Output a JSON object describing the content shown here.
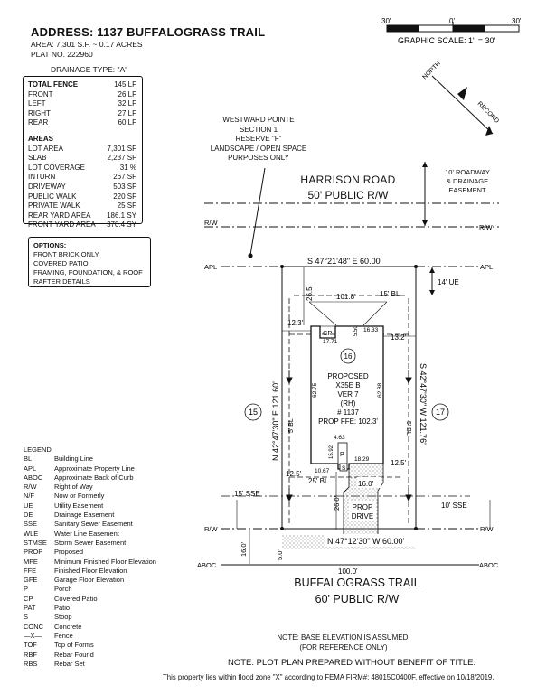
{
  "header": {
    "address": "ADDRESS:  1137 BUFFALOGRASS TRAIL",
    "area": "AREA: 7,301 S.F. ~ 0.17 ACRES",
    "plat": "PLAT NO. 222960",
    "drainage": "DRAINAGE TYPE: \"A\""
  },
  "scale": {
    "ticks": [
      "30'",
      "0'",
      "30'"
    ],
    "label": "GRAPHIC SCALE:  1\" = 30'"
  },
  "north": {
    "label": "NORTH",
    "record": "RECORD"
  },
  "summary": {
    "fence_title": "TOTAL FENCE",
    "fence_total": "145 LF",
    "fence": [
      {
        "k": "FRONT",
        "v": "26 LF"
      },
      {
        "k": "LEFT",
        "v": "32 LF"
      },
      {
        "k": "RIGHT",
        "v": "27 LF"
      },
      {
        "k": "REAR",
        "v": "60 LF"
      }
    ],
    "areas_title": "AREAS",
    "areas": [
      {
        "k": "LOT AREA",
        "v": "7,301 SF"
      },
      {
        "k": "SLAB",
        "v": "2,237 SF"
      },
      {
        "k": "LOT COVERAGE",
        "v": "31 %"
      },
      {
        "k": "INTURN",
        "v": "267 SF"
      },
      {
        "k": "DRIVEWAY",
        "v": "503 SF"
      },
      {
        "k": "PUBLIC WALK",
        "v": "220 SF"
      },
      {
        "k": "PRIVATE WALK",
        "v": "25 SF"
      },
      {
        "k": "REAR YARD AREA",
        "v": "186.1 SY"
      },
      {
        "k": "FRONT YARD AREA",
        "v": "370.4 SY"
      }
    ]
  },
  "options": {
    "title": "OPTIONS:",
    "lines": [
      "FRONT BRICK ONLY,",
      "COVERED PATIO,",
      "FRAMING, FOUNDATION, & ROOF",
      "RAFTER DETAILS"
    ]
  },
  "reserve_note": [
    "WESTWARD POINTE",
    "SECTION 1",
    "RESERVE \"F\"",
    "LANDSCAPE / OPEN SPACE",
    "PURPOSES ONLY"
  ],
  "streets": {
    "north_name": "HARRISON ROAD",
    "north_row": "50' PUBLIC R/W",
    "north_easement": [
      "10' ROADWAY",
      "& DRAINAGE",
      "EASEMENT"
    ],
    "south_name": "BUFFALOGRASS TRAIL",
    "south_row": "60' PUBLIC R/W"
  },
  "plan_labels": {
    "rw": "R/W",
    "apl": "APL",
    "aboc": "ABOC",
    "rear_bearing": "S 47°21'48\" E  60.00'",
    "front_bearing": "N 47°12'30\" W  60.00'",
    "left_bearing": "N 42°47'30\" E  121.60'",
    "right_bearing": "S 42°47'30\" W  121.76'",
    "ue": "14' UE",
    "d_101": "101.8'",
    "d_15bl": "15' BL",
    "d_265": "26.5'",
    "d_123": "12.3'",
    "d_132": "13.2'",
    "d_550": "5.50",
    "d_1633": "16.33",
    "d_1771": "17.71",
    "cp": "CP",
    "lot": "16",
    "lot_left": "15",
    "lot_right": "17",
    "d_6275": "62.75",
    "d_6288": "62.88",
    "house": [
      "PROPOSED",
      "X35E B",
      "VER 7",
      "(RH)",
      "# 1137",
      "PROP FFE: 102.3'"
    ],
    "bl5": "5' BL",
    "d_463": "4.63",
    "d_1592": "15.92",
    "d_1829": "18.29",
    "p": "P",
    "s": "S",
    "d_125l": "12.5'",
    "d_125r": "12.5'",
    "d_1067": "10.67",
    "bl25": "25' BL",
    "d_160a": "16.0'",
    "d_260": "26.0'",
    "drive": [
      "PROP",
      "DRIVE"
    ],
    "sse15": "15' SSE",
    "sse10": "10' SSE",
    "d_160b": "16.0'",
    "d_50": "5.0'",
    "d_1000": "100.0'"
  },
  "legend": {
    "title": "LEGEND",
    "items": [
      {
        "a": "BL",
        "d": "Building Line"
      },
      {
        "a": "APL",
        "d": "Approximate Property Line"
      },
      {
        "a": "ABOC",
        "d": "Approximate Back of Curb"
      },
      {
        "a": "R/W",
        "d": "Right of Way"
      },
      {
        "a": "N/F",
        "d": "Now or Formerly"
      },
      {
        "a": "UE",
        "d": "Utility Easement"
      },
      {
        "a": "DE",
        "d": "Drainage Easement"
      },
      {
        "a": "SSE",
        "d": "Sanitary Sewer Easement"
      },
      {
        "a": "WLE",
        "d": "Water Line Easement"
      },
      {
        "a": "STMSE",
        "d": "Storm Sewer Easement"
      },
      {
        "a": "PROP",
        "d": "Proposed"
      },
      {
        "a": "MFE",
        "d": "Minimum Finished Floor Elevation"
      },
      {
        "a": "FFE",
        "d": "Finished Floor Elevation"
      },
      {
        "a": "GFE",
        "d": "Garage Floor Elevation"
      },
      {
        "a": "P",
        "d": "Porch"
      },
      {
        "a": "CP",
        "d": "Covered Patio"
      },
      {
        "a": "PAT",
        "d": "Patio"
      },
      {
        "a": "S",
        "d": "Stoop"
      },
      {
        "a": "CONC",
        "d": "Concrete"
      },
      {
        "a": "—X—",
        "d": "Fence"
      },
      {
        "a": "TOF",
        "d": "Top of Forms"
      },
      {
        "a": "RBF",
        "d": "Rebar Found"
      },
      {
        "a": "RBS",
        "d": "Rebar Set"
      }
    ]
  },
  "notes": {
    "elevation": [
      "NOTE: BASE ELEVATION IS ASSUMED.",
      "(FOR REFERENCE ONLY)"
    ],
    "plan": "NOTE: PLOT PLAN PREPARED WITHOUT BENEFIT OF TITLE.",
    "flood": "This property lies within flood zone \"X\" according to FEMA FIRM#: 48015C0400F, effective on 10/18/2019."
  }
}
